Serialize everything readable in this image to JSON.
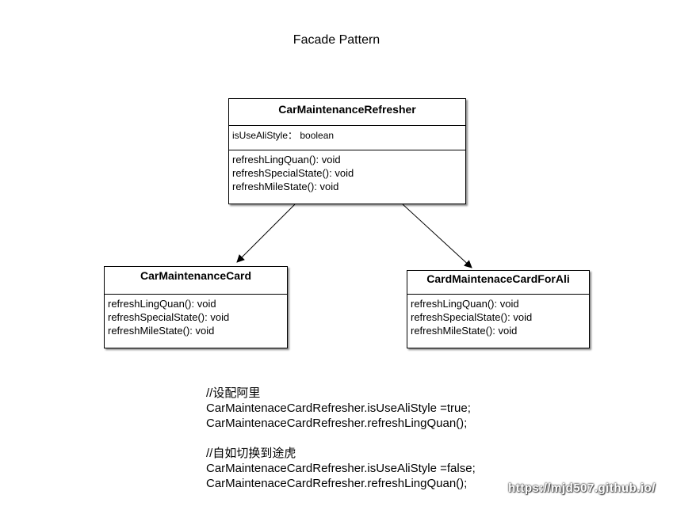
{
  "title": "Facade Pattern",
  "classes": {
    "facade": {
      "name": "CarMaintenanceRefresher",
      "attributes": [
        "isUseAliStyle： boolean"
      ],
      "operations": [
        "refreshLingQuan(): void",
        "refreshSpecialState(): void",
        "refreshMileState(): void"
      ]
    },
    "card": {
      "name": "CarMaintenanceCard",
      "operations": [
        "refreshLingQuan(): void",
        "refreshSpecialState(): void",
        "refreshMileState(): void"
      ]
    },
    "card_ali": {
      "name": "CardMaintenaceCardForAli",
      "operations": [
        "refreshLingQuan(): void",
        "refreshSpecialState(): void",
        "refreshMileState(): void"
      ]
    }
  },
  "code": [
    "//设配阿里",
    "CarMaintenaceCardRefresher.isUseAliStyle =true;",
    "CarMaintenaceCardRefresher.refreshLingQuan();",
    "",
    "//自如切换到途虎",
    "CarMaintenaceCardRefresher.isUseAliStyle =false;",
    "CarMaintenaceCardRefresher.refreshLingQuan();"
  ],
  "watermark": "https://mjd507.github.io/"
}
